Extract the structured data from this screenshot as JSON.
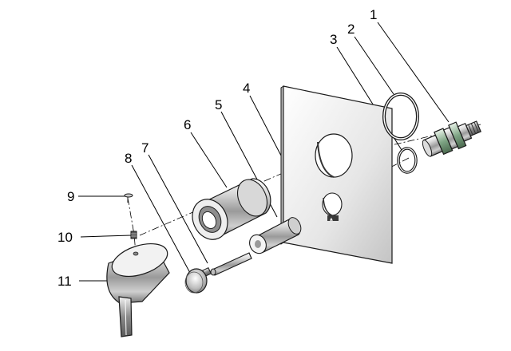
{
  "diagram": {
    "type": "exploded-parts-view",
    "labels": [
      "1",
      "2",
      "3",
      "4",
      "5",
      "6",
      "7",
      "8",
      "9",
      "10",
      "11"
    ],
    "cover_plate_mark": "▲"
  }
}
